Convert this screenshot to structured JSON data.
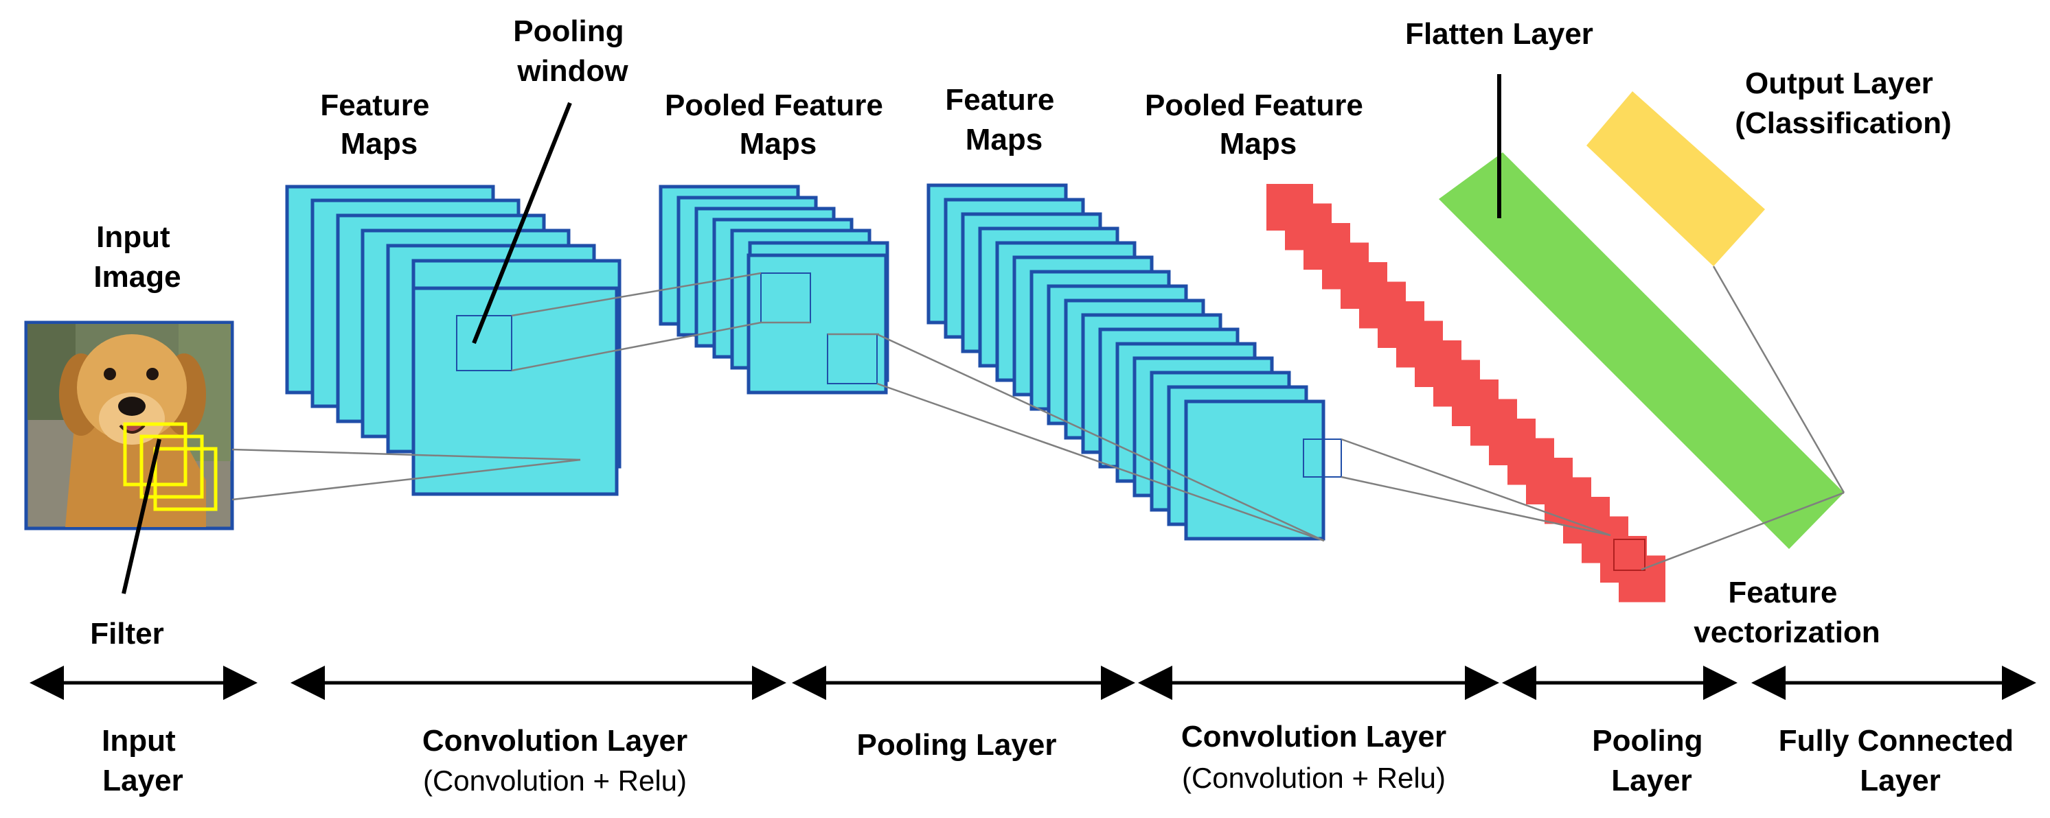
{
  "labels": {
    "input_image": [
      "Input",
      "Image"
    ],
    "filter": "Filter",
    "feature_maps_1": [
      "Feature",
      "Maps"
    ],
    "pooling_window": [
      "Pooling",
      "window"
    ],
    "pooled_feature_maps_1": [
      "Pooled Feature",
      "Maps"
    ],
    "feature_maps_2": [
      "Feature",
      "Maps"
    ],
    "pooled_feature_maps_2": [
      "Pooled Feature",
      "Maps"
    ],
    "flatten_layer": "Flatten Layer",
    "output_layer": [
      "Output Layer",
      "(Classification)"
    ],
    "feature_vectorization": [
      "Feature",
      "vectorization"
    ]
  },
  "layers": [
    {
      "title": [
        "Input",
        "Layer"
      ],
      "subtitle": ""
    },
    {
      "title": [
        "Convolution Layer"
      ],
      "subtitle": "(Convolution + Relu)"
    },
    {
      "title": [
        "Pooling Layer"
      ],
      "subtitle": ""
    },
    {
      "title": [
        "Convolution Layer"
      ],
      "subtitle": "(Convolution + Relu)"
    },
    {
      "title": [
        "Pooling",
        "Layer"
      ],
      "subtitle": ""
    },
    {
      "title": [
        "Fully Connected",
        "Layer"
      ],
      "subtitle": ""
    }
  ],
  "colors": {
    "feature_map_fill": "#5ee0e6",
    "feature_map_stroke": "#1f4ea8",
    "pooled_unit": "#f25050",
    "flatten": "#7ed957",
    "output": "#fddb5c",
    "filter": "#ffff00",
    "line": "#7f7f7f"
  }
}
